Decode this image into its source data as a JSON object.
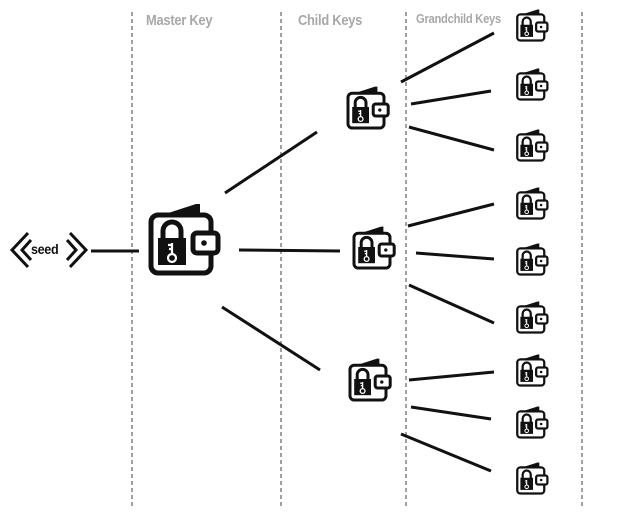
{
  "diagram": {
    "title": "Hierarchical Deterministic Wallet Key Derivation",
    "columns": [
      {
        "id": "master",
        "label": "Master Key"
      },
      {
        "id": "child",
        "label": "Child Keys"
      },
      {
        "id": "grandchild",
        "label": "Grandchild Keys"
      }
    ],
    "seed": {
      "label": "seed",
      "icon": "double-chevron-brackets-icon"
    },
    "master_key": {
      "icon": "locked-wallet-key-icon",
      "children": [
        "child-1",
        "child-2",
        "child-3"
      ]
    },
    "child_keys": [
      {
        "id": "child-1",
        "icon": "locked-wallet-key-icon",
        "children": [
          "gc-1",
          "gc-2",
          "gc-3"
        ]
      },
      {
        "id": "child-2",
        "icon": "locked-wallet-key-icon",
        "children": [
          "gc-4",
          "gc-5",
          "gc-6"
        ]
      },
      {
        "id": "child-3",
        "icon": "locked-wallet-key-icon",
        "children": [
          "gc-7",
          "gc-8",
          "gc-9"
        ]
      }
    ],
    "grandchild_keys": [
      {
        "id": "gc-1",
        "icon": "locked-wallet-key-icon"
      },
      {
        "id": "gc-2",
        "icon": "locked-wallet-key-icon"
      },
      {
        "id": "gc-3",
        "icon": "locked-wallet-key-icon"
      },
      {
        "id": "gc-4",
        "icon": "locked-wallet-key-icon"
      },
      {
        "id": "gc-5",
        "icon": "locked-wallet-key-icon"
      },
      {
        "id": "gc-6",
        "icon": "locked-wallet-key-icon"
      },
      {
        "id": "gc-7",
        "icon": "locked-wallet-key-icon"
      },
      {
        "id": "gc-8",
        "icon": "locked-wallet-key-icon"
      },
      {
        "id": "gc-9",
        "icon": "locked-wallet-key-icon"
      }
    ],
    "colors": {
      "ink": "#111111",
      "divider": "#a0a0a0",
      "header": "#a8a8a8",
      "background": "#ffffff"
    }
  }
}
